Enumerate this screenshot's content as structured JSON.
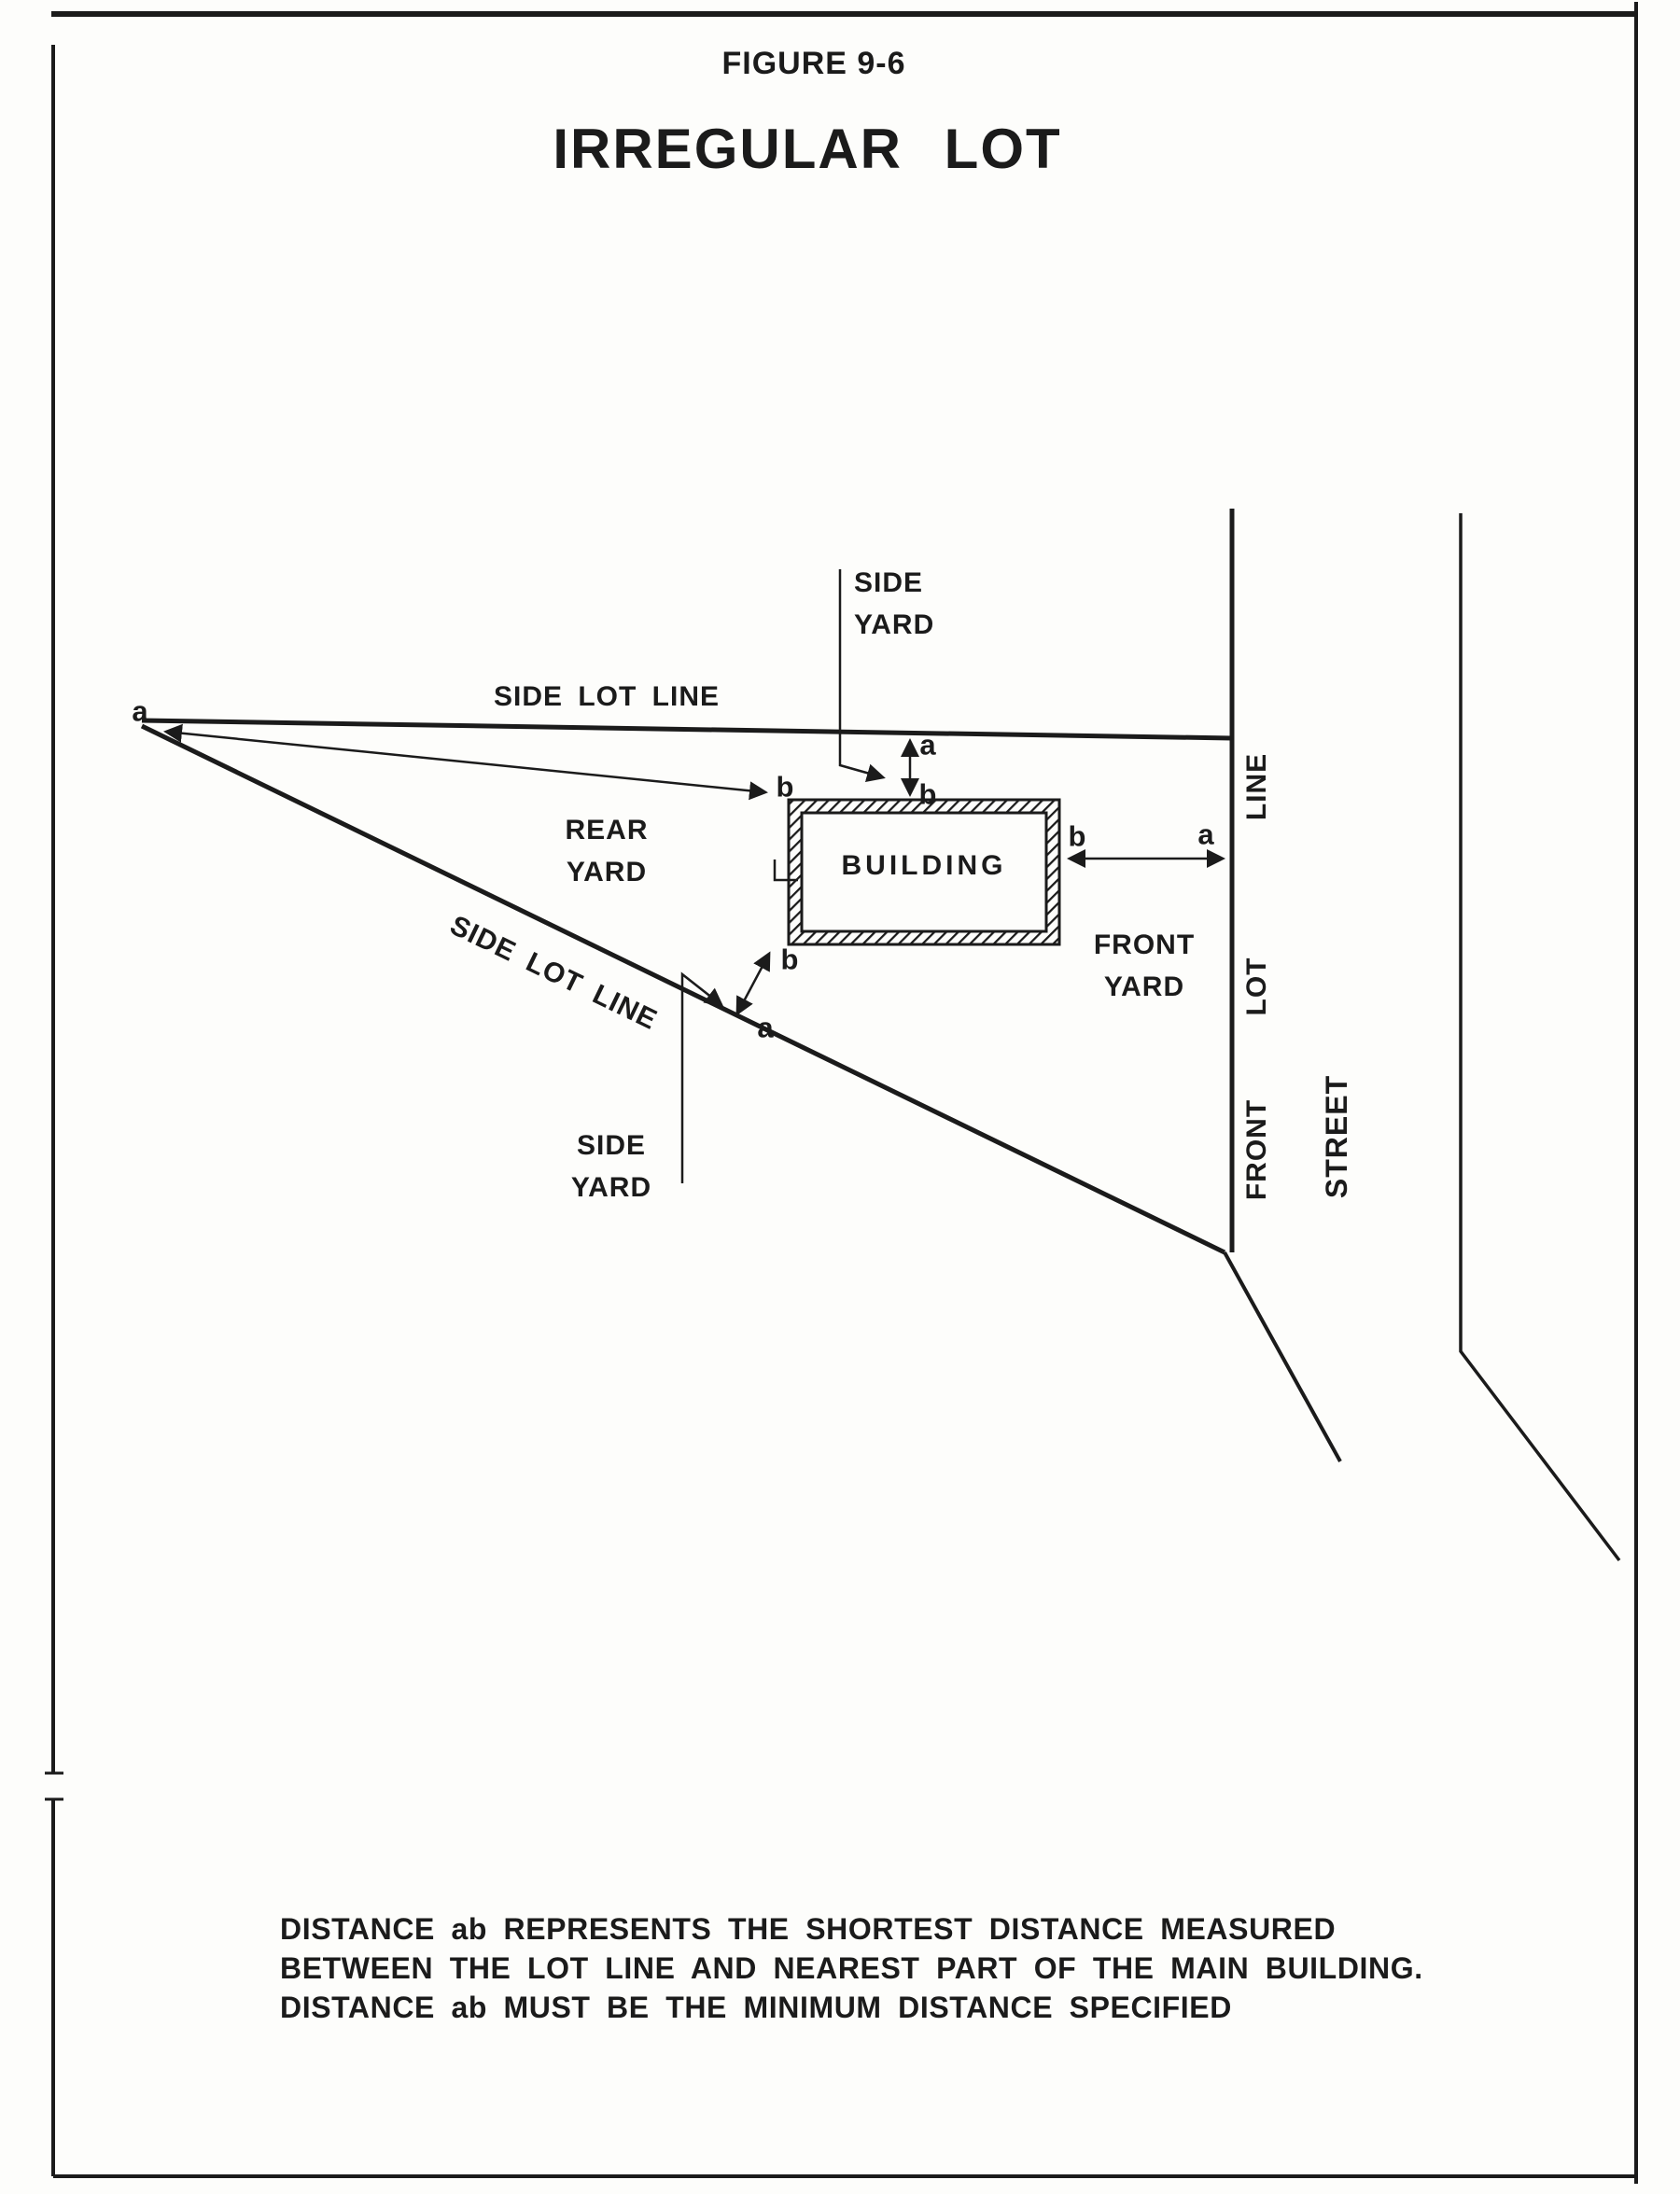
{
  "figure": {
    "label": "FIGURE 9-6",
    "title": "IRREGULAR LOT"
  },
  "diagram": {
    "labels": {
      "side_lot_line_top": "SIDE LOT LINE",
      "side_lot_line_diagonal": "SIDE LOT LINE",
      "side_yard_top": "SIDE\nYARD",
      "rear_yard": "REAR\nYARD",
      "building": "BUILDING",
      "front_yard": "FRONT\nYARD",
      "side_yard_bottom": "SIDE\nYARD",
      "front_lot_line_word_top": "LINE",
      "front_lot_line_word_mid": "LOT",
      "front_lot_line_word_bottom": "FRONT",
      "street": "STREET"
    },
    "markers": {
      "a_left": "a",
      "b_rear": "b",
      "a_side_top": "a",
      "b_side_top": "b",
      "b_front": "b",
      "a_front": "a",
      "b_side_bottom": "b",
      "a_side_bottom": "a"
    }
  },
  "caption": {
    "line1": "DISTANCE ab REPRESENTS THE SHORTEST DISTANCE MEASURED",
    "line2": "BETWEEN THE LOT LINE AND NEAREST PART OF THE MAIN BUILDING.",
    "line3": "DISTANCE ab MUST BE THE MINIMUM DISTANCE SPECIFIED"
  },
  "colors": {
    "ink": "#1b1b1b",
    "paper": "#fdfdfb"
  }
}
